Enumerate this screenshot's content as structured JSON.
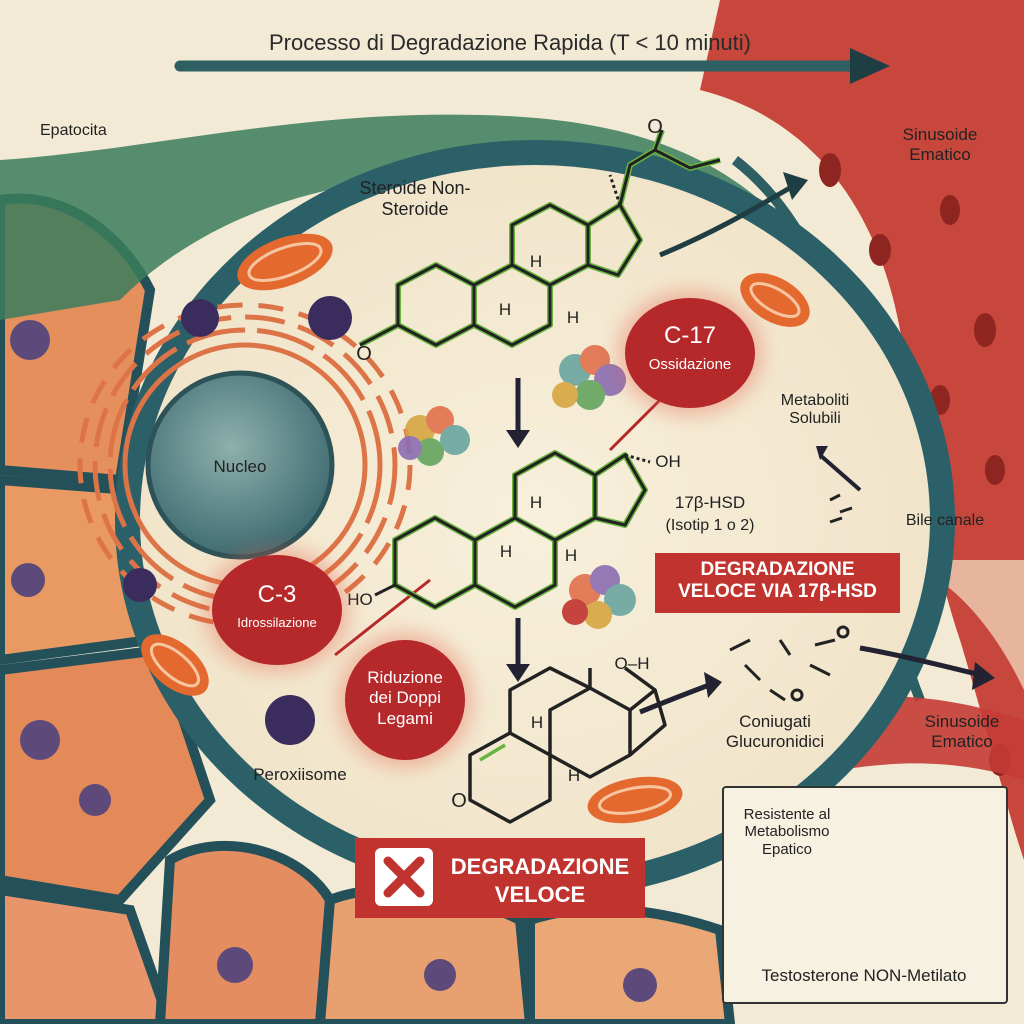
{
  "title": "Processo di Degradazione Rapida (T < 10 minuti)",
  "labels": {
    "epatocita": "Epatocita",
    "sinusoide_top": "Sinusoide Ematico",
    "sinusoide_bottom": "Sinusoide Ematico",
    "steroide": "Steroide Non-Steroide",
    "nucleo": "Nucleo",
    "perossisoma": "Peroxiisome",
    "metaboliti": "Metaboliti Solubili",
    "bile": "Bile canale",
    "enzima": "17β-HSD",
    "isotipo": "(Isotip 1 o 2)",
    "coniugati": "Coniugati Glucuronidici",
    "oh_mid": "OH",
    "ho_mid": "HO",
    "oh_bottom": "O–H",
    "o_top": "O",
    "o_left": "O",
    "o_bottom": "O",
    "o_box": "O",
    "h1": "H",
    "h2": "H",
    "h3": "H",
    "h4": "H",
    "h5": "H",
    "h6": "H",
    "h7": "H",
    "h8": "H",
    "hb1": "H",
    "hb2": "H",
    "hb3": "H"
  },
  "badges": {
    "c17_title": "C-17",
    "c17_sub": "Ossidazione",
    "c3_title": "C-3",
    "c3_sub": "Idrossilazione",
    "riduzione": "Riduzione dei Doppi Legami"
  },
  "banners": {
    "via_hsd_line1": "DEGRADAZIONE",
    "via_hsd_line2": "VELOCE VIA 17β-HSD",
    "veloce_line1": "DEGRADAZIONE",
    "veloce_line2": "VELOCE"
  },
  "inset": {
    "title": "Resistente al Metabolismo Epatico",
    "caption": "Testosterone NON-Metilato"
  },
  "colors": {
    "badge_red": "#b5292b",
    "cell_green": "#2f6b55",
    "sinusoid_red": "#c43c35",
    "molecule_green": "#69b33f"
  }
}
